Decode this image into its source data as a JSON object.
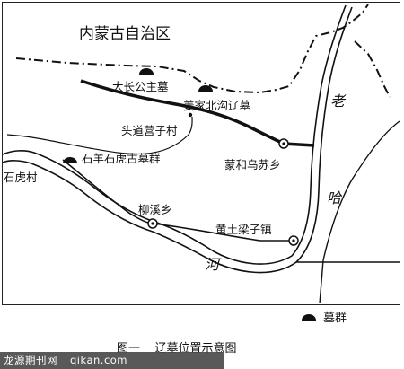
{
  "map": {
    "region_label": "内蒙古自治区",
    "places": {
      "tomb_princess": "大长公主墓",
      "tomb_jiangjia": "姜家北沟辽墓",
      "village_toudao": "头道营子村",
      "town_menghe": "蒙和乌苏乡",
      "tombs_shiyang": "石羊石虎古墓群",
      "village_shihu": "石虎村",
      "town_liuxi": "柳溪乡",
      "town_huangtu": "黄土梁子镇"
    },
    "river": {
      "char_1": "老",
      "char_2": "哈",
      "char_3": "河"
    },
    "legend": {
      "label": "墓群",
      "icon": "tomb-mound-icon"
    },
    "caption": "图一    辽墓位置示意图"
  },
  "watermark": {
    "left": "龙源期刊网",
    "right": "qikan.com"
  }
}
